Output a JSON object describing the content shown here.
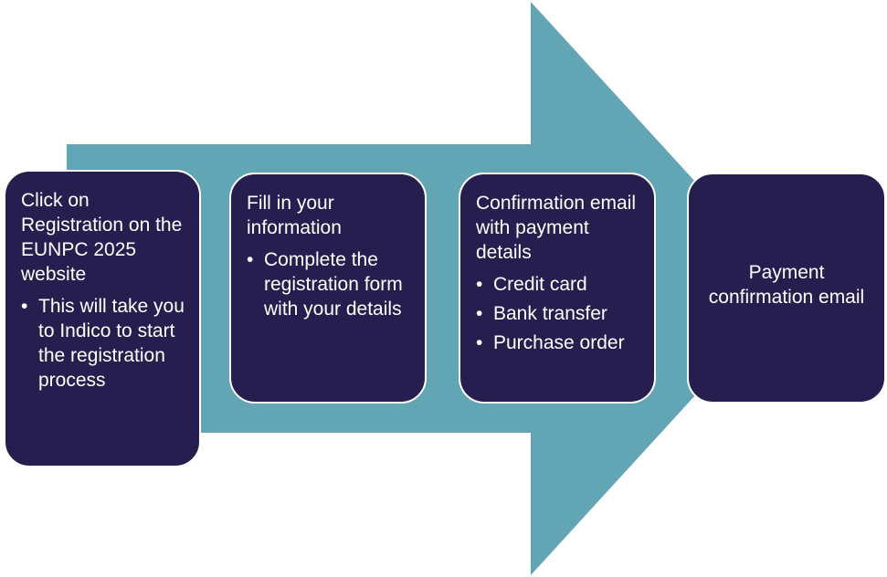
{
  "colors": {
    "arrow": "#62a5b5",
    "step_fill": "#261e4e",
    "step_border": "#ffffff",
    "text": "#ffffff"
  },
  "steps": [
    {
      "title": "Click on Registration on the EUNPC 2025 website",
      "bullets": [
        "This will take you to Indico to start the registration process"
      ]
    },
    {
      "title": "Fill in your information",
      "bullets": [
        "Complete the registration form with your details"
      ]
    },
    {
      "title": "Confirmation email with payment details",
      "bullets": [
        "Credit card",
        "Bank transfer",
        "Purchase order"
      ]
    },
    {
      "title": "Payment confirmation email",
      "bullets": []
    }
  ]
}
